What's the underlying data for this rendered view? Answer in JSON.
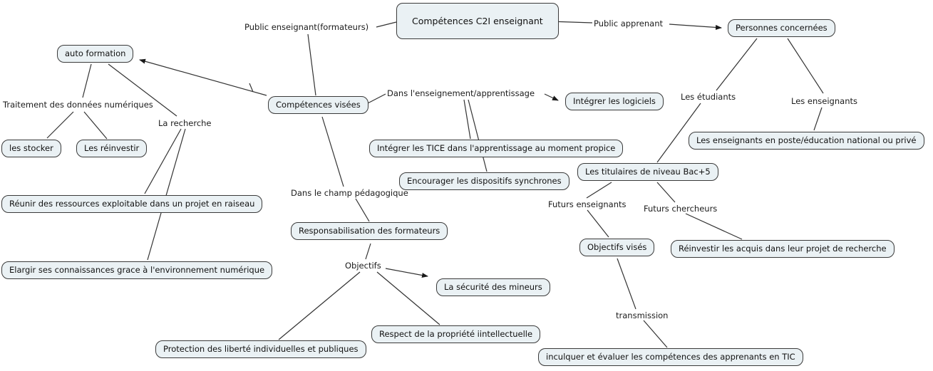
{
  "diagram": {
    "kind": "concept-map",
    "root": "Compétences C2I enseignant"
  },
  "colors": {
    "background": "#ffffff",
    "node_fill": "#eaf1f4",
    "node_border": "#3a3a3a",
    "edge_line": "#333333",
    "text": "#111111"
  },
  "nodes": {
    "competences_c2i": "Compétences C2I enseignant",
    "personnes_concernees": "Personnes concernées",
    "auto_formation": "auto formation",
    "competences_visees": "Compétences visées",
    "integrer_logiciels": "Intégrer les logiciels",
    "les_stocker": "les stocker",
    "les_reinvestir": "Les réinvestir",
    "integrer_tice": "Intégrer les TICE dans l'apprentissage au moment propice",
    "encourager_dispositifs": "Encourager les dispositifs synchrones",
    "titulaires_bac5": "Les titulaires de niveau Bac+5",
    "enseignants_poste": "Les enseignants en poste/éducation national ou privé",
    "reunir_ressources": "Réunir des ressources exploitable dans un projet en raiseau",
    "responsabilisation": "Responsabilisation des formateurs",
    "elargir_connaissances": "Elargir ses connaissances grace à l'environnement numérique",
    "securite_mineurs": "La sécurité des mineurs",
    "respect_propriete": "Respect de la propriété iintellectuelle",
    "protection_libertes": "Protection des liberté individuelles et publiques",
    "objectifs_vises": "Objectifs visés",
    "reinvestir_acquis": "Réinvestir les acquis dans leur projet de recherche",
    "inculquer_evaluer": "inculquer et évaluer les compétences des apprenants en TIC"
  },
  "edge_labels": {
    "public_enseignant": "Public enseignant(formateurs)",
    "public_apprenant": "Public apprenant",
    "traitement_donnees": "Traitement des données numériques",
    "la_recherche": "La recherche",
    "dans_enseignement": "Dans l'enseignement/apprentissage",
    "les_etudiants": "Les étudiants",
    "les_enseignants": "Les enseignants",
    "dans_champ_pedagogique": "Dans le champ pédagogique",
    "objectifs": "Objectifs",
    "futurs_enseignants": "Futurs enseignants",
    "futurs_chercheurs": "Futurs chercheurs",
    "transmission": "transmission"
  }
}
